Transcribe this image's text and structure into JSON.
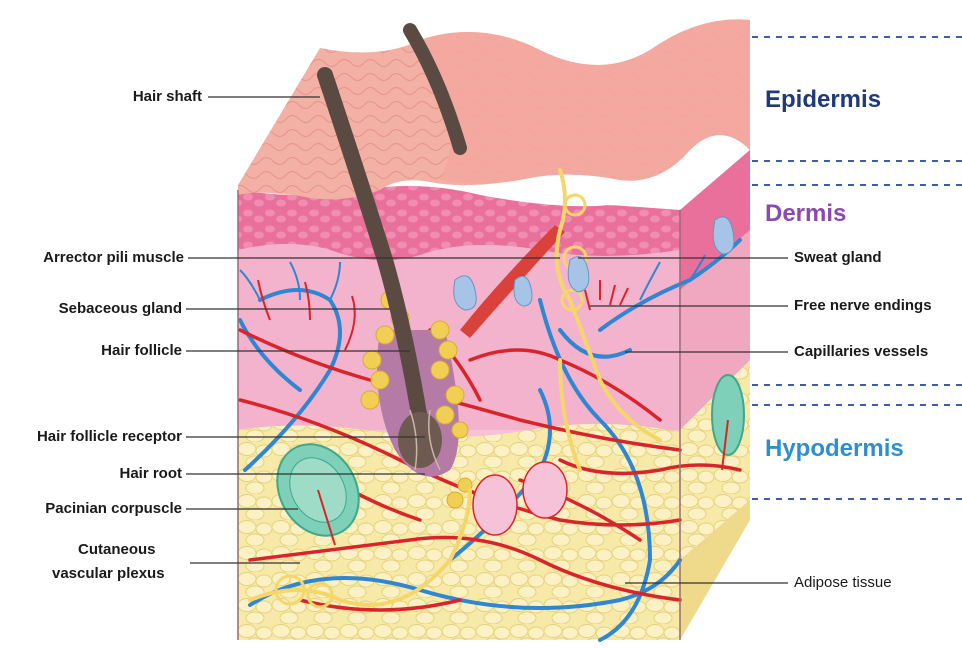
{
  "labels_left": {
    "hair_shaft": "Hair shaft",
    "arrector_pili_muscle": "Arrector pili muscle",
    "sebaceous_gland": "Sebaceous gland",
    "hair_follicle": "Hair follicle",
    "hair_follicle_receptor": "Hair follicle receptor",
    "hair_root": "Hair root",
    "pacinian_corpuscle": "Pacinian corpuscle",
    "cutaneous_line1": "Cutaneous",
    "cutaneous_line2": "vascular plexus"
  },
  "labels_right": {
    "sweat_gland": "Sweat gland",
    "free_nerve_endings": "Free nerve endings",
    "capillaries_vessels": "Capillaries vessels",
    "adipose_tissue": "Adipose tissue"
  },
  "layers": {
    "epidermis": "Epidermis",
    "dermis": "Dermis",
    "hypodermis": "Hypodermis"
  },
  "colors": {
    "epidermis": "#1f3a78",
    "dermis": "#8a4bb0",
    "hypodermis": "#2e8fd0",
    "skin_top": "#f2a7a0",
    "dermis_pink": "#ec95b8",
    "dermis_light": "#f5c2d6",
    "adipose": "#f7e9a8",
    "artery": "#d8242a",
    "vein": "#2f86d3",
    "nerve": "#f4d66a",
    "hair": "#5a4a42"
  }
}
